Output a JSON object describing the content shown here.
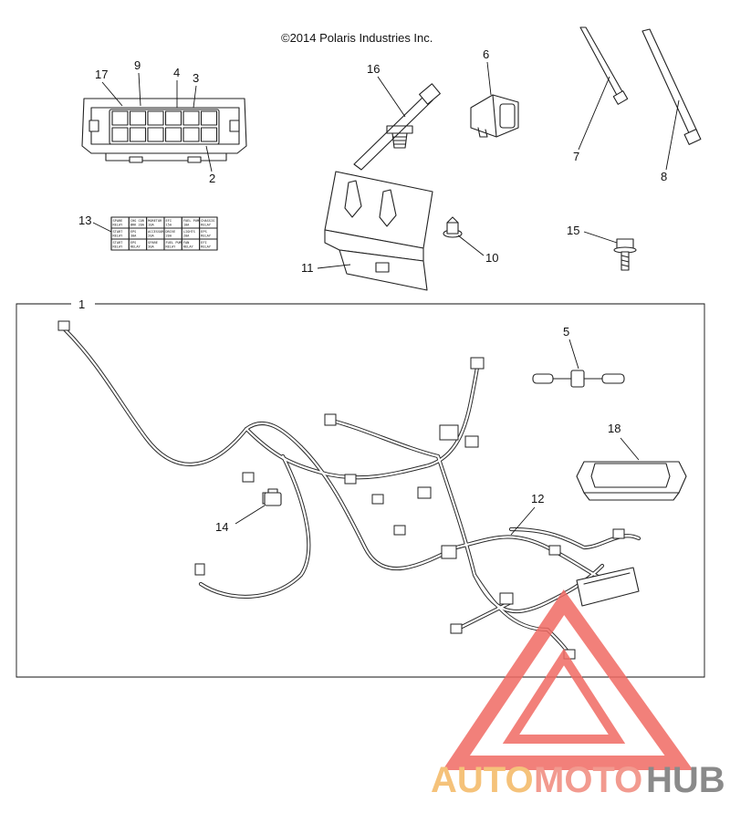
{
  "copyright": "©2014 Polaris Industries Inc.",
  "callouts": {
    "c1": "1",
    "c2": "2",
    "c3": "3",
    "c4": "4",
    "c5": "5",
    "c6": "6",
    "c7": "7",
    "c8": "8",
    "c9": "9",
    "c10": "10",
    "c11": "11",
    "c12": "12",
    "c13": "13",
    "c14": "14",
    "c15": "15",
    "c16": "16",
    "c17": "17",
    "c18": "18"
  },
  "label_sheet": {
    "cells": [
      "SPARE RELAY",
      "CHG COR BRK 20A",
      "MORETOR 10A",
      "EFI 15A",
      "FUEL PUMP 10A",
      "CHASSIS RELAY",
      "START RELAY",
      "EPS 30A",
      "ACCESSORY 20A",
      "DRIVE 20A",
      "LIGHTS 20A",
      "EPS RELAY",
      "START RELAY",
      "EPS RELAY",
      "SPARE 30A",
      "FUEL PUMP RELAY",
      "FAN RELAY",
      "EFI RELAY"
    ]
  },
  "watermark": {
    "brand_part1": "AUTO",
    "brand_part2": "MOTO",
    "brand_part3": "HUB",
    "color_part1": "#f5c27a",
    "color_part2": "#f29a8f",
    "color_part3": "#8a8a8a",
    "logo_color": "#f06a63"
  }
}
